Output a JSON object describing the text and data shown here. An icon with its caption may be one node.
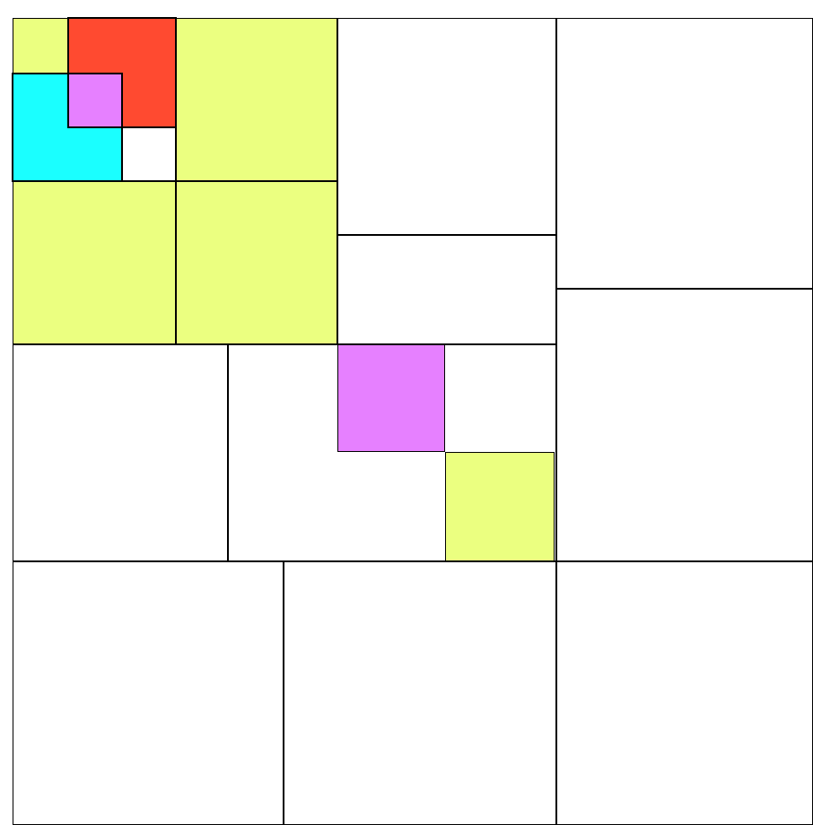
{
  "diagram": {
    "nodes": [
      {
        "text": [],
        "shape": "box"
      },
      {
        "text": [],
        "shape": "box"
      },
      {
        "text": [],
        "shape": "box"
      },
      {
        "text": [],
        "shape": "box"
      },
      {
        "text": [],
        "shape": "box"
      },
      {
        "text": [],
        "shape": "box"
      },
      {
        "text": [],
        "shape": "box"
      },
      {
        "text": [],
        "shape": "box"
      },
      {
        "text": [],
        "shape": "box"
      },
      {
        "text": [],
        "shape": "box"
      },
      {
        "text": [],
        "shape": "box"
      },
      {
        "text": [],
        "shape": "box"
      },
      {
        "text": [],
        "shape": "box",
        "in": 11
      },
      {
        "text": [],
        "shape": "box",
        "in": 11
      },
      {
        "text": [],
        "shape": "box"
      },
      {
        "text": [],
        "shape": "box"
      },
      {
        "text": [],
        "shape": "box"
      },
      {
        "text": [],
        "shape": "box"
      },
      {
        "text": [],
        "shape": "box"
      }
    ]
  }
}
